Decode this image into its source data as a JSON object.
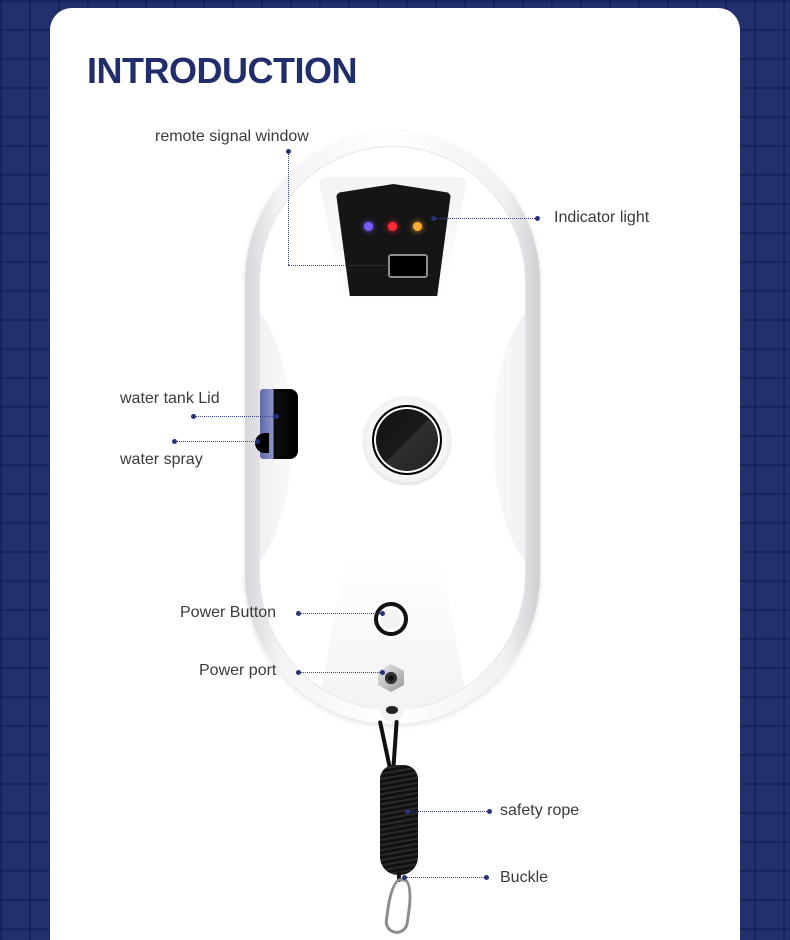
{
  "page": {
    "title": "INTRODUCTION",
    "background_color": "#23306e",
    "title_color": "#222d6b"
  },
  "device": {
    "name": "window-cleaning-robot",
    "leds": [
      {
        "color_name": "purple",
        "hex": "#7b5cff"
      },
      {
        "color_name": "red",
        "hex": "#ff2a36"
      },
      {
        "color_name": "orange",
        "hex": "#ffac32"
      }
    ]
  },
  "callouts": {
    "remote_signal_window": "remote signal window",
    "indicator_light": "Indicator light",
    "water_tank_lid": "water tank Lid",
    "water_spray": "water spray",
    "power_button": "Power Button",
    "power_port": "Power port",
    "safety_rope": "safety rope",
    "buckle": "Buckle"
  }
}
